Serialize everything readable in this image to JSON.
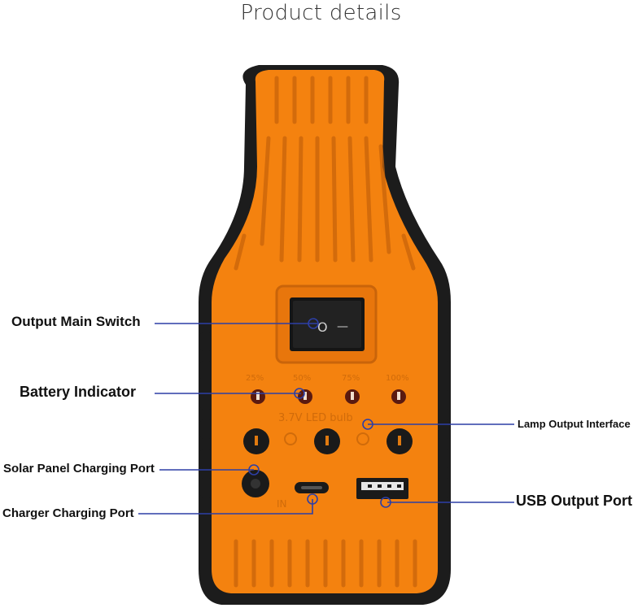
{
  "title": "Product details",
  "colors": {
    "body_orange": "#f4820f",
    "shell_black": "#1c1c1c",
    "leader_line": "#2d3fa6"
  },
  "product": {
    "switch_symbols": [
      "O",
      "—"
    ],
    "battery_levels": [
      "25%",
      "50%",
      "75%",
      "100%"
    ],
    "lamp_voltage_text": "3.7V LED bulb",
    "input_text": "IN"
  },
  "callouts": {
    "output_main_switch": "Output Main Switch",
    "battery_indicator": "Battery Indicator",
    "lamp_output_interface": "Lamp Output Interface",
    "solar_panel_charging_port": "Solar Panel Charging Port",
    "charger_charging_port": "Charger Charging Port",
    "usb_output_port": "USB Output Port"
  }
}
